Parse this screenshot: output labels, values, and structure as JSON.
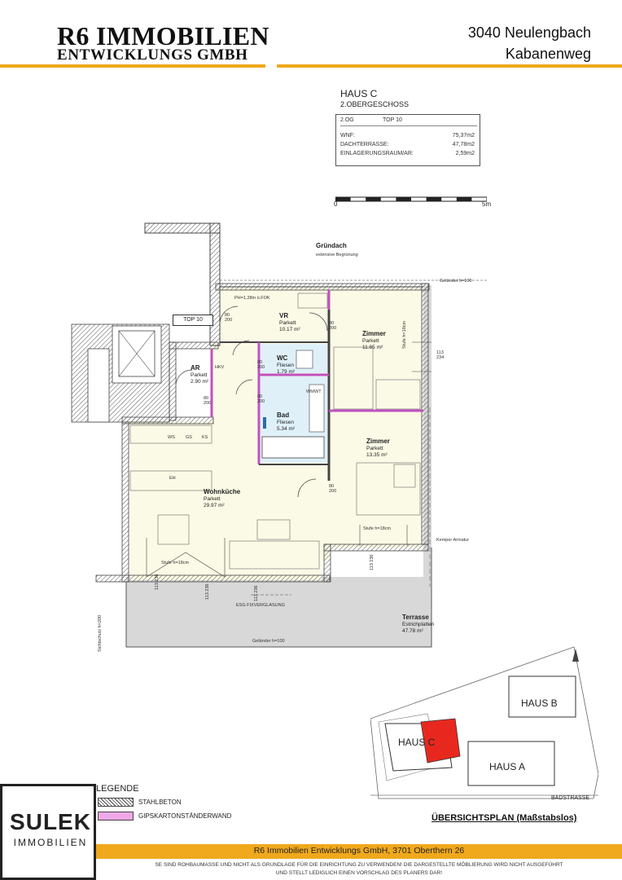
{
  "header": {
    "brand_line1": "R6 IMMOBILIEN",
    "brand_line2": "ENTWICKLUNGS GMBH",
    "location_line1": "3040 Neulengbach",
    "location_line2": "Kabanenweg",
    "accent_color": "#f0a81c"
  },
  "unit": {
    "house": "HAUS C",
    "floor": "2.OBERGESCHOSS",
    "level_code": "2.OG",
    "top": "TOP 10",
    "rows": [
      {
        "label": "WNF:",
        "value": "75,37m2"
      },
      {
        "label": "DACHTERRASSE:",
        "value": "47,78m2"
      },
      {
        "label": "EINLAGERUNGSRAUM/AR:",
        "value": "2,59m2"
      }
    ]
  },
  "scale": {
    "start": "0",
    "end": "5m"
  },
  "plan": {
    "gruendach_title": "Gründach",
    "gruendach_sub": "extensive Begrünung",
    "gelaender_top": "Geländer h=100",
    "gelaender_bottom": "Geländer h=100",
    "top_tag": "TOP 10",
    "ph_label": "PH=1,28m ü.FOK",
    "sichtschutz": "Sichtschutz h=200",
    "esg": "ESG FIXVERGLASUNG",
    "kemper": "Kemper Armatur",
    "hkv": "HKV",
    "rooms": {
      "vr": {
        "name": "VR",
        "floor": "Parkett",
        "area": "10.17 m²"
      },
      "wc": {
        "name": "WC",
        "floor": "Fliesen",
        "area": "1.79 m²"
      },
      "bad": {
        "name": "Bad",
        "floor": "Fliesen",
        "area": "5.34 m²"
      },
      "ar": {
        "name": "AR",
        "floor": "Parkett",
        "area": "2.90 m²"
      },
      "zimmer1": {
        "name": "Zimmer",
        "floor": "Parkett",
        "area": "11.85 m²",
        "stufe": "Stufe h=18cm"
      },
      "zimmer2": {
        "name": "Zimmer",
        "floor": "Parkett",
        "area": "13.35 m²",
        "stufe": "Stufe h=18cm"
      },
      "wohn": {
        "name": "Wohnküche",
        "floor": "Parkett",
        "area": "29.97 m²",
        "stufe": "Stufe h=18cm"
      },
      "terrasse": {
        "name": "Terrasse",
        "floor": "Estrichplatten",
        "area": "47.78 m²"
      }
    },
    "door_80": "80",
    "door_200": "200",
    "win_113": "113",
    "win_234": "234",
    "win_236": "236",
    "appliances": {
      "ws": "WS",
      "gs": "GS",
      "ks": "KS",
      "eh": "EH",
      "wm": "WM",
      "wt": "WT"
    }
  },
  "siteplan": {
    "haus_a": "HAUS A",
    "haus_b": "HAUS B",
    "haus_c": "HAUS C",
    "street": "BADSTRASSE",
    "title": "ÜBERSICHTSPLAN (Maßstabslos)",
    "highlight_color": "#e8281e"
  },
  "legend": {
    "title": "LEGENDE",
    "items": [
      {
        "label": "STAHLBETON"
      },
      {
        "label": "GIPSKARTONSTÄNDERWAND",
        "color": "#f0a8e8"
      }
    ]
  },
  "logo": {
    "name": "SULEK",
    "sub": "IMMOBILIEN"
  },
  "footer": {
    "company": "R6 Immobilien Entwicklungs GmbH, 3701 Oberthern 26",
    "disclaimer1": "SE SIND ROHBAUMASSE UND NICHT ALS GRUNDLAGE FÜR DIE EINRICHTUNG ZU VERWENDEN! DIE DARGESTELLTE MÖBLIERUNG WIRD NICHT AUSGEFÜHRT",
    "disclaimer2": "UND STELLT LEDIGLICH EINEN VORSCHLAG DES PLANERS DAR!"
  }
}
